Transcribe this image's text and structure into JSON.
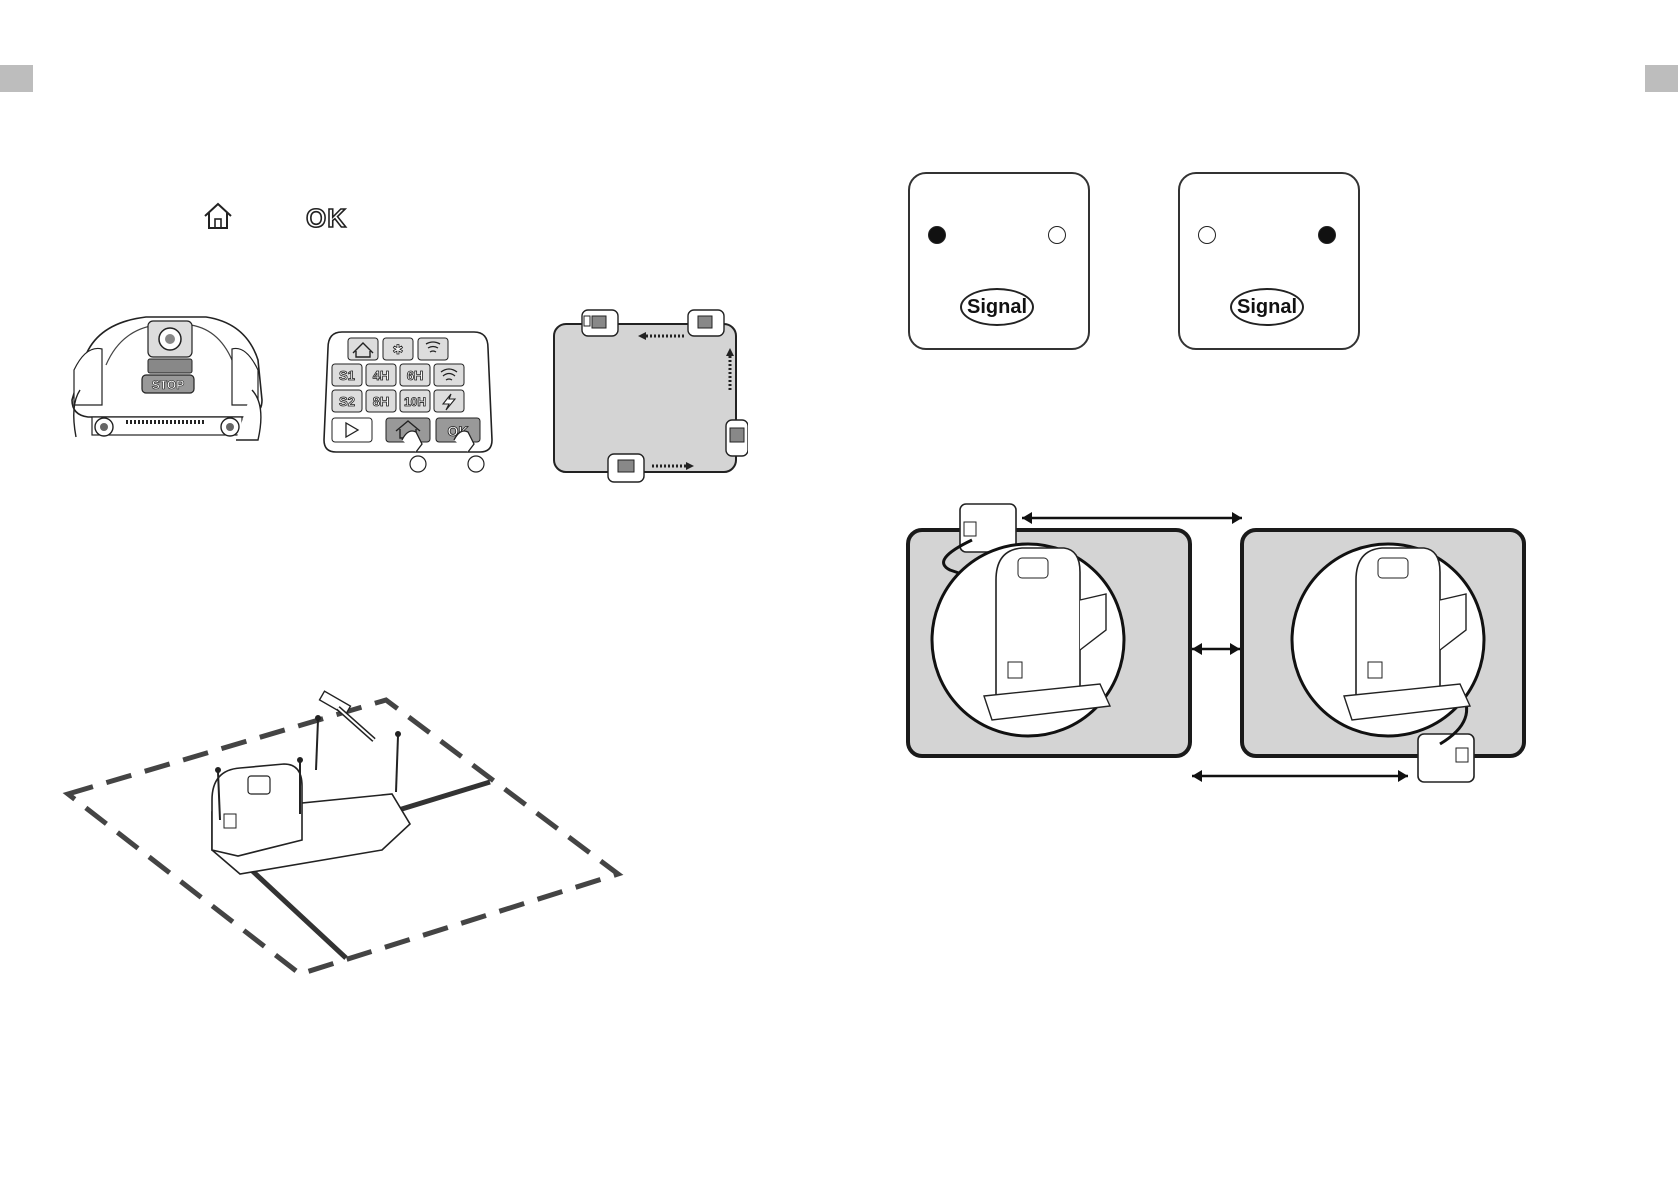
{
  "page": {
    "left_tab_color": "#bdbdbd",
    "right_tab_color": "#bdbdbd",
    "lawn_fill_color": "#d4d4d4"
  },
  "step_icons": {
    "home_icon": "home-icon",
    "ok_label": "OK"
  },
  "control_panel": {
    "buttons": [
      {
        "icon": "home-icon"
      },
      {
        "icon": "settings-icon"
      },
      {
        "icon": "signal-icon"
      },
      {
        "label": "S1"
      },
      {
        "label": "4H"
      },
      {
        "label": "6H"
      },
      {
        "icon": "wifi-icon"
      },
      {
        "label": "S2"
      },
      {
        "label": "8H"
      },
      {
        "label": "10H"
      },
      {
        "icon": "lightning-icon"
      },
      {
        "icon": "play-icon"
      },
      {
        "icon": "home-icon"
      },
      {
        "label": "OK"
      }
    ]
  },
  "signal_boxes": [
    {
      "label": "Signal",
      "left_led": "on",
      "right_led": "off"
    },
    {
      "label": "Signal",
      "left_led": "off",
      "right_led": "on"
    }
  ]
}
